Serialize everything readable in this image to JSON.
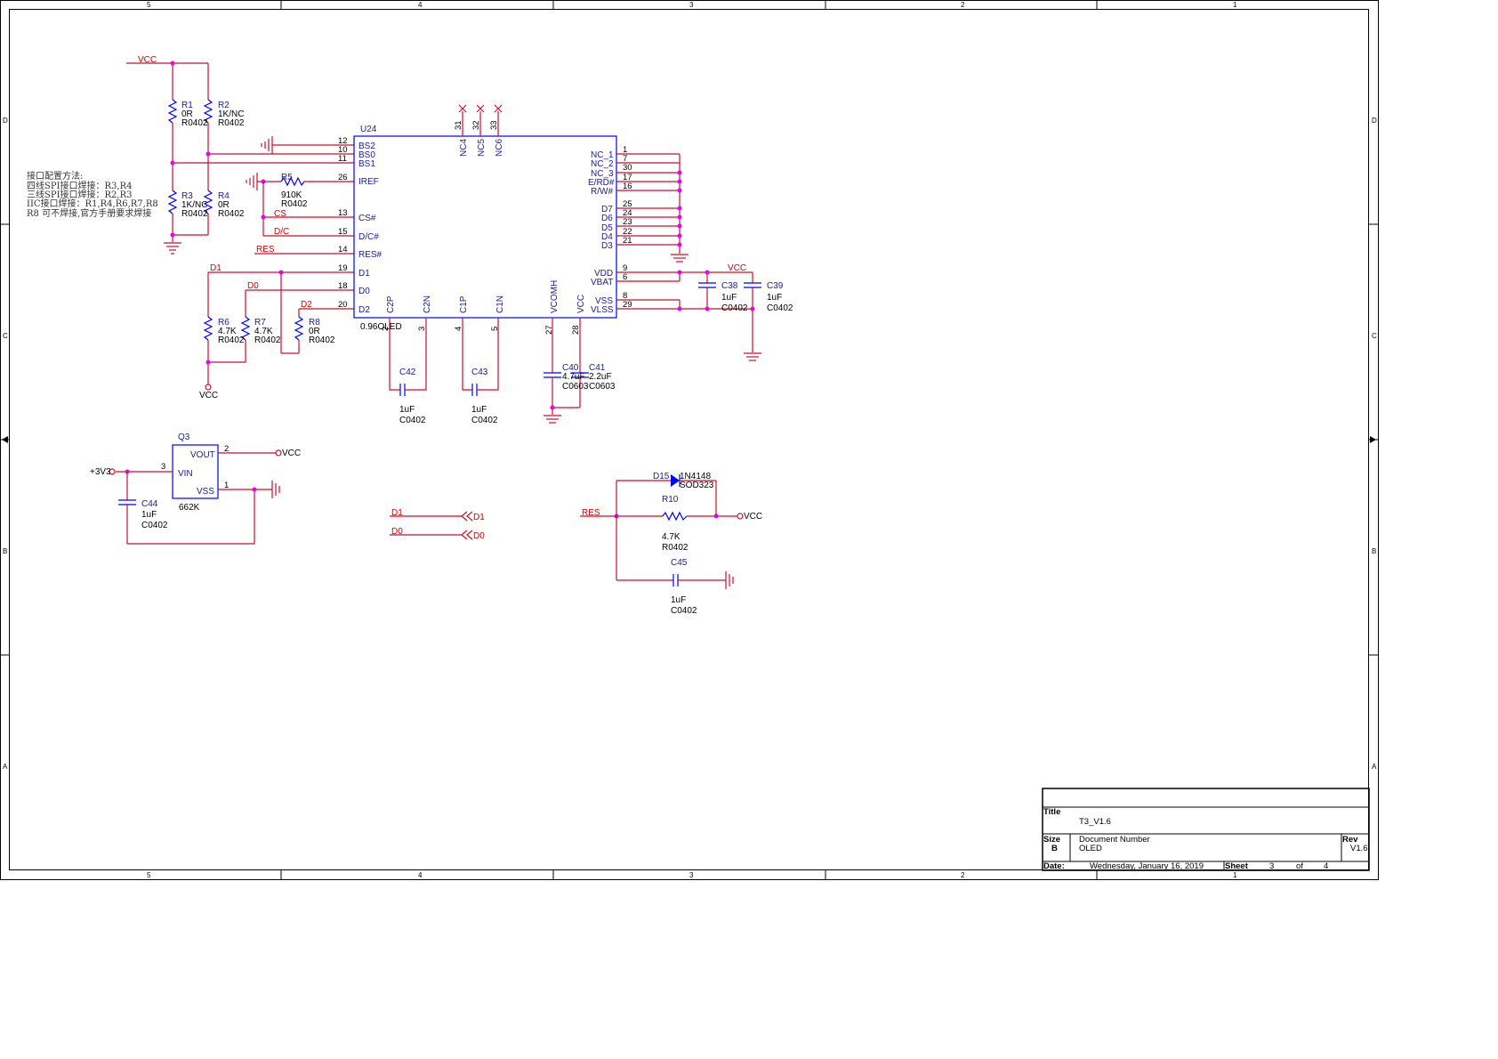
{
  "border": {
    "col_labels_top": [
      "5",
      "4",
      "3",
      "2",
      "1"
    ],
    "col_labels_bottom": [
      "5",
      "4",
      "3",
      "2",
      "1"
    ],
    "row_labels": [
      "D",
      "C",
      "B",
      "A"
    ]
  },
  "nets": {
    "vcc": "VCC",
    "v33": "+3V3",
    "cs": "CS",
    "dc": "D/C",
    "res": "RES",
    "d0": "D0",
    "d1": "D1",
    "d2": "D2"
  },
  "note": {
    "lines": [
      "接口配置方法:",
      "四线SPI接口焊接：R3,R4",
      "三线SPI接口焊接：R2,R3",
      "IIC接口焊接：R1,R4,R6,R7,R8",
      "R8 可不焊接,官方手册要求焊接"
    ]
  },
  "u24": {
    "ref": "U24",
    "value": "0.96OLED",
    "left_pins": [
      {
        "num": "12",
        "name": "BS2"
      },
      {
        "num": "10",
        "name": "BS0"
      },
      {
        "num": "11",
        "name": "BS1"
      },
      {
        "num": "26",
        "name": "IREF"
      },
      {
        "num": "13",
        "name": "CS#"
      },
      {
        "num": "15",
        "name": "D/C#"
      },
      {
        "num": "14",
        "name": "RES#"
      },
      {
        "num": "19",
        "name": "D1"
      },
      {
        "num": "18",
        "name": "D0"
      },
      {
        "num": "20",
        "name": "D2"
      }
    ],
    "right_pins": [
      {
        "num": "1",
        "name": "NC_1"
      },
      {
        "num": "7",
        "name": "NC_2"
      },
      {
        "num": "30",
        "name": "NC_3"
      },
      {
        "num": "17",
        "name": "E/RD#"
      },
      {
        "num": "16",
        "name": "R/W#"
      },
      {
        "num": "25",
        "name": "D7"
      },
      {
        "num": "24",
        "name": "D6"
      },
      {
        "num": "23",
        "name": "D5"
      },
      {
        "num": "22",
        "name": "D4"
      },
      {
        "num": "21",
        "name": "D3"
      },
      {
        "num": "9",
        "name": "VDD"
      },
      {
        "num": "6",
        "name": "VBAT"
      },
      {
        "num": "8",
        "name": "VSS"
      },
      {
        "num": "29",
        "name": "VLSS"
      }
    ],
    "top_pins": [
      {
        "num": "31",
        "name": "NC4"
      },
      {
        "num": "32",
        "name": "NC5"
      },
      {
        "num": "33",
        "name": "NC6"
      }
    ],
    "bottom_pins": [
      {
        "num": "2",
        "name": "C2P"
      },
      {
        "num": "3",
        "name": "C2N"
      },
      {
        "num": "4",
        "name": "C1P"
      },
      {
        "num": "5",
        "name": "C1N"
      },
      {
        "num": "27",
        "name": "VCOMH"
      },
      {
        "num": "28",
        "name": "VCC"
      }
    ]
  },
  "resistors": [
    {
      "ref": "R1",
      "value": "0R",
      "pkg": "R0402"
    },
    {
      "ref": "R2",
      "value": "1K/NC",
      "pkg": "R0402"
    },
    {
      "ref": "R3",
      "value": "1K/NC",
      "pkg": "R0402"
    },
    {
      "ref": "R4",
      "value": "0R",
      "pkg": "R0402"
    },
    {
      "ref": "R5",
      "value": "910K",
      "pkg": "R0402"
    },
    {
      "ref": "R6",
      "value": "4.7K",
      "pkg": "R0402"
    },
    {
      "ref": "R7",
      "value": "4.7K",
      "pkg": "R0402"
    },
    {
      "ref": "R8",
      "value": "0R",
      "pkg": "R0402"
    },
    {
      "ref": "R10",
      "value": "4.7K",
      "pkg": "R0402"
    }
  ],
  "capacitors": [
    {
      "ref": "C38",
      "value": "1uF",
      "pkg": "C0402"
    },
    {
      "ref": "C39",
      "value": "1uF",
      "pkg": "C0402"
    },
    {
      "ref": "C40",
      "value": "4.7uF",
      "pkg": "C0603"
    },
    {
      "ref": "C41",
      "value": "2.2uF",
      "pkg": "C0603"
    },
    {
      "ref": "C42",
      "value": "1uF",
      "pkg": "C0402"
    },
    {
      "ref": "C43",
      "value": "1uF",
      "pkg": "C0402"
    },
    {
      "ref": "C44",
      "value": "1uF",
      "pkg": "C0402"
    },
    {
      "ref": "C45",
      "value": "1uF",
      "pkg": "C0402"
    }
  ],
  "q3": {
    "ref": "Q3",
    "value": "662K",
    "vin": "VIN",
    "vout": "VOUT",
    "vss": "VSS",
    "pin_vin": "3",
    "pin_vout": "2",
    "pin_vss": "1"
  },
  "d15": {
    "ref": "D15",
    "value": "1N4148",
    "pkg": "SOD323"
  },
  "title_block": {
    "title_label": "Title",
    "title": "T3_V1.6",
    "size_label": "Size",
    "size": "B",
    "docnum_label": "Document Number",
    "docnum": "OLED",
    "rev_label": "Rev",
    "rev": "V1.6",
    "date_label": "Date:",
    "date": "Wednesday, January 16, 2019",
    "sheet_label": "Sheet",
    "sheet": "3",
    "of_label": "of",
    "total": "4"
  }
}
